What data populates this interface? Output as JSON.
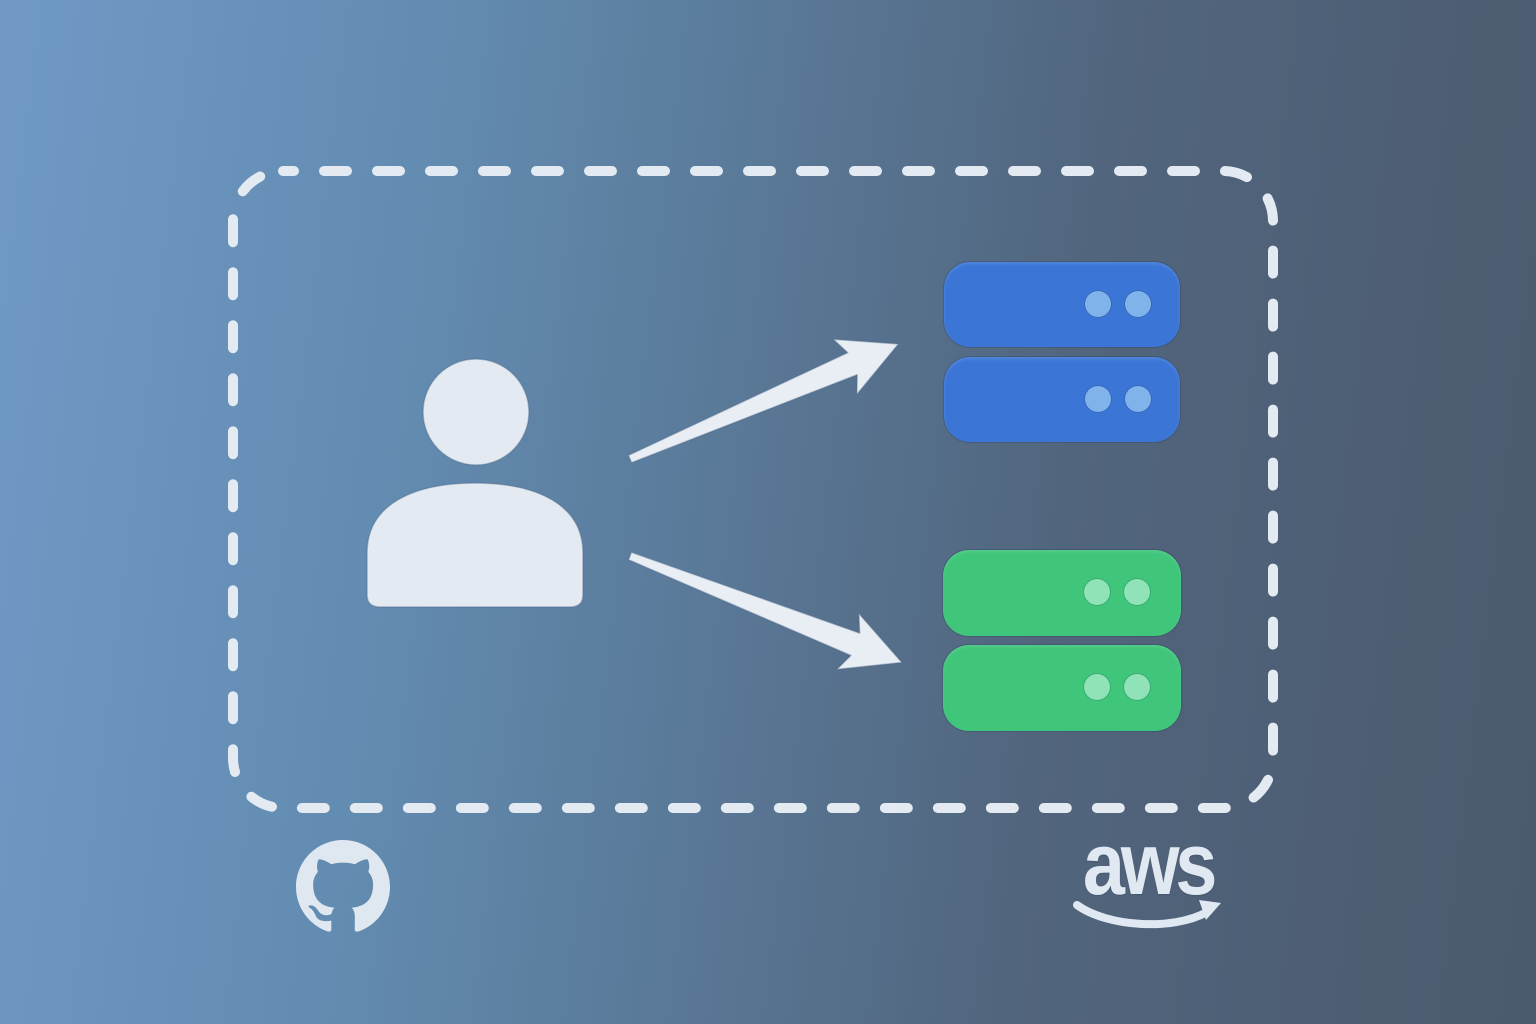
{
  "background": {
    "gradient_left": "#7099c6",
    "gradient_right": "#4b5a6e"
  },
  "boundary": {
    "color": "#e3eaf2",
    "style": "dashed-rounded-rectangle"
  },
  "user": {
    "color": "#e3eaf2"
  },
  "arrows": {
    "color": "#e9eef5",
    "items": [
      {
        "from": "user-icon",
        "to": "blue-server-stack"
      },
      {
        "from": "user-icon",
        "to": "green-server-stack"
      }
    ]
  },
  "servers": {
    "blue": {
      "color": "#3b76d6",
      "dot_color": "#7fb3ea",
      "count": 2,
      "dots_per_server": 2
    },
    "green": {
      "color": "#3fc67b",
      "dot_color": "#8fe3b6",
      "count": 2,
      "dots_per_server": 2
    }
  },
  "logos": {
    "github": {
      "color": "#dfe7f0",
      "icon": "github-mark-icon"
    },
    "aws": {
      "label": "aws",
      "color": "#e0e8f1",
      "icon": "aws-smile-logo"
    }
  },
  "icons": {
    "user": "person-icon",
    "server": "server-rack-icon",
    "arrow": "block-arrow-icon",
    "github": "github-mark-icon",
    "aws": "aws-smile-logo"
  }
}
